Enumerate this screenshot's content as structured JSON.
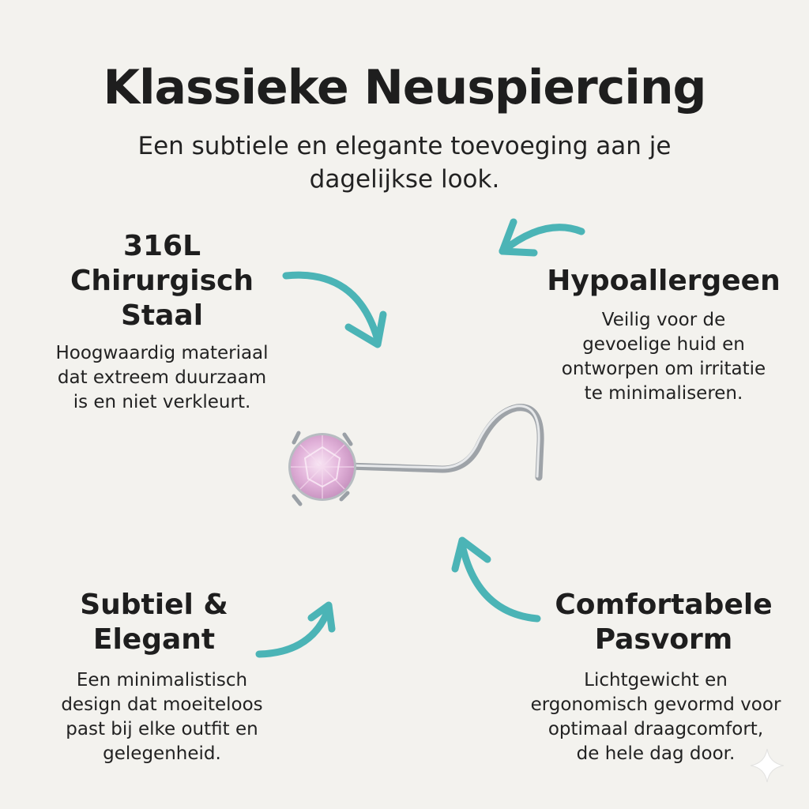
{
  "header": {
    "title": "Klassieke Neuspiercing",
    "subtitle": "Een subtiele en elegante toevoeging aan je\ndagelijkse look."
  },
  "features": [
    {
      "title": "316L\nChirurgisch\nStaal",
      "description": "Hoogwaardig materiaal\ndat extreem duurzaam\nis en niet verkleurt."
    },
    {
      "title": "Hypoallergeen",
      "description": "Veilig voor de\ngevoelige huid en\nontworpen om irritatie\nte minimaliseren."
    },
    {
      "title": "Subtiel &\nElegant",
      "description": "Een minimalistisch\ndesign dat moeiteloos\npast bij elke outfit en\ngelegenheid."
    },
    {
      "title": "Comfortabele\nPasvorm",
      "description": "Lichtgewicht en\nergonomisch gevormd voor\noptimaal draagcomfort,\nde hele dag door."
    }
  ],
  "colors": {
    "background": "#f3f2ee",
    "arrow": "#4bb4b6",
    "gem": "#e4b6dd",
    "metal": "#c9ccd0",
    "text": "#1e1e1e"
  },
  "icons": [
    "curved-arrow-icon",
    "sparkle-icon"
  ]
}
